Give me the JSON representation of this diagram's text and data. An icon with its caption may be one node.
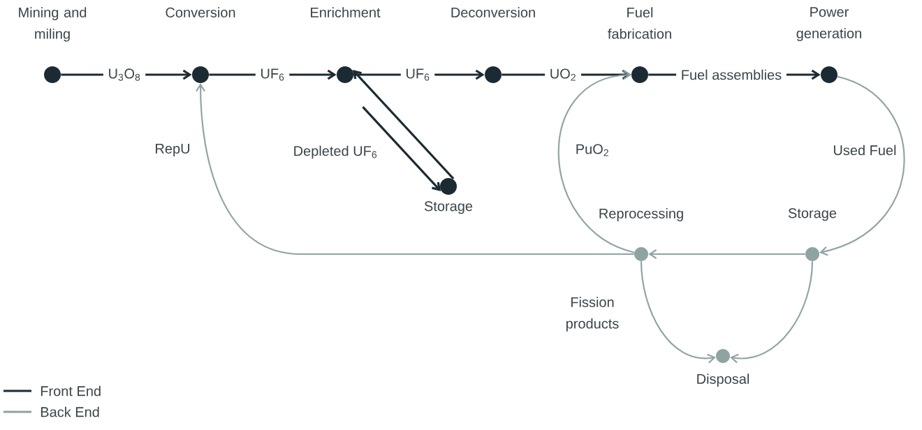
{
  "diagram": {
    "nodes": [
      {
        "text": [
          "Mining and miling"
        ]
      },
      {
        "text": [
          "Conversion"
        ]
      },
      {
        "text": [
          "Enrichment"
        ]
      },
      {
        "text": [
          "Deconversion"
        ]
      },
      {
        "text": [
          "Fuel fabrication"
        ]
      },
      {
        "text": [
          "Power generation"
        ]
      },
      {
        "text": [
          "Storage"
        ]
      },
      {
        "text": [
          "Reprocessing"
        ]
      },
      {
        "text": [
          "Storage"
        ]
      },
      {
        "text": [
          "Disposal"
        ]
      }
    ],
    "edges": [
      {
        "from": 0,
        "to": 1,
        "arrow": "to",
        "label": "U$_{3}$O$_{8}$"
      },
      {
        "from": 1,
        "to": 2,
        "arrow": "to",
        "label": "UF$_{6}$"
      },
      {
        "from": 2,
        "to": 3,
        "arrow": "to",
        "label": "UF$_{6}$"
      },
      {
        "from": 3,
        "to": 4,
        "arrow": "to",
        "label": "UO$_{2}$"
      },
      {
        "from": 4,
        "to": 5,
        "arrow": "to",
        "label": "Fuel assemblies"
      },
      {
        "from": 2,
        "to": 6,
        "arrow": "to",
        "label": "Depleted UF$_{6}$"
      },
      {
        "from": 6,
        "to": 2,
        "arrow": "to"
      },
      {
        "from": 5,
        "to": 8,
        "arrow": "to",
        "label": "Used Fuel",
        "color": "#8fa3a3"
      },
      {
        "from": 8,
        "to": 7,
        "arrow": "to",
        "color": "#8fa3a3"
      },
      {
        "from": 7,
        "to": 1,
        "arrow": "to",
        "label": "RepU",
        "color": "#8fa3a3"
      },
      {
        "from": 7,
        "to": 4,
        "arrow": "to",
        "label": "PuO$_{2}$",
        "color": "#8fa3a3"
      },
      {
        "from": 7,
        "to": 9,
        "arrow": "to",
        "label": "Fission products",
        "color": "#8fa3a3"
      },
      {
        "from": 8,
        "to": 9,
        "arrow": "to",
        "color": "#8fa3a3"
      }
    ],
    "legend": [
      {
        "text": "Front End"
      },
      {
        "text": "Back End"
      }
    ]
  }
}
